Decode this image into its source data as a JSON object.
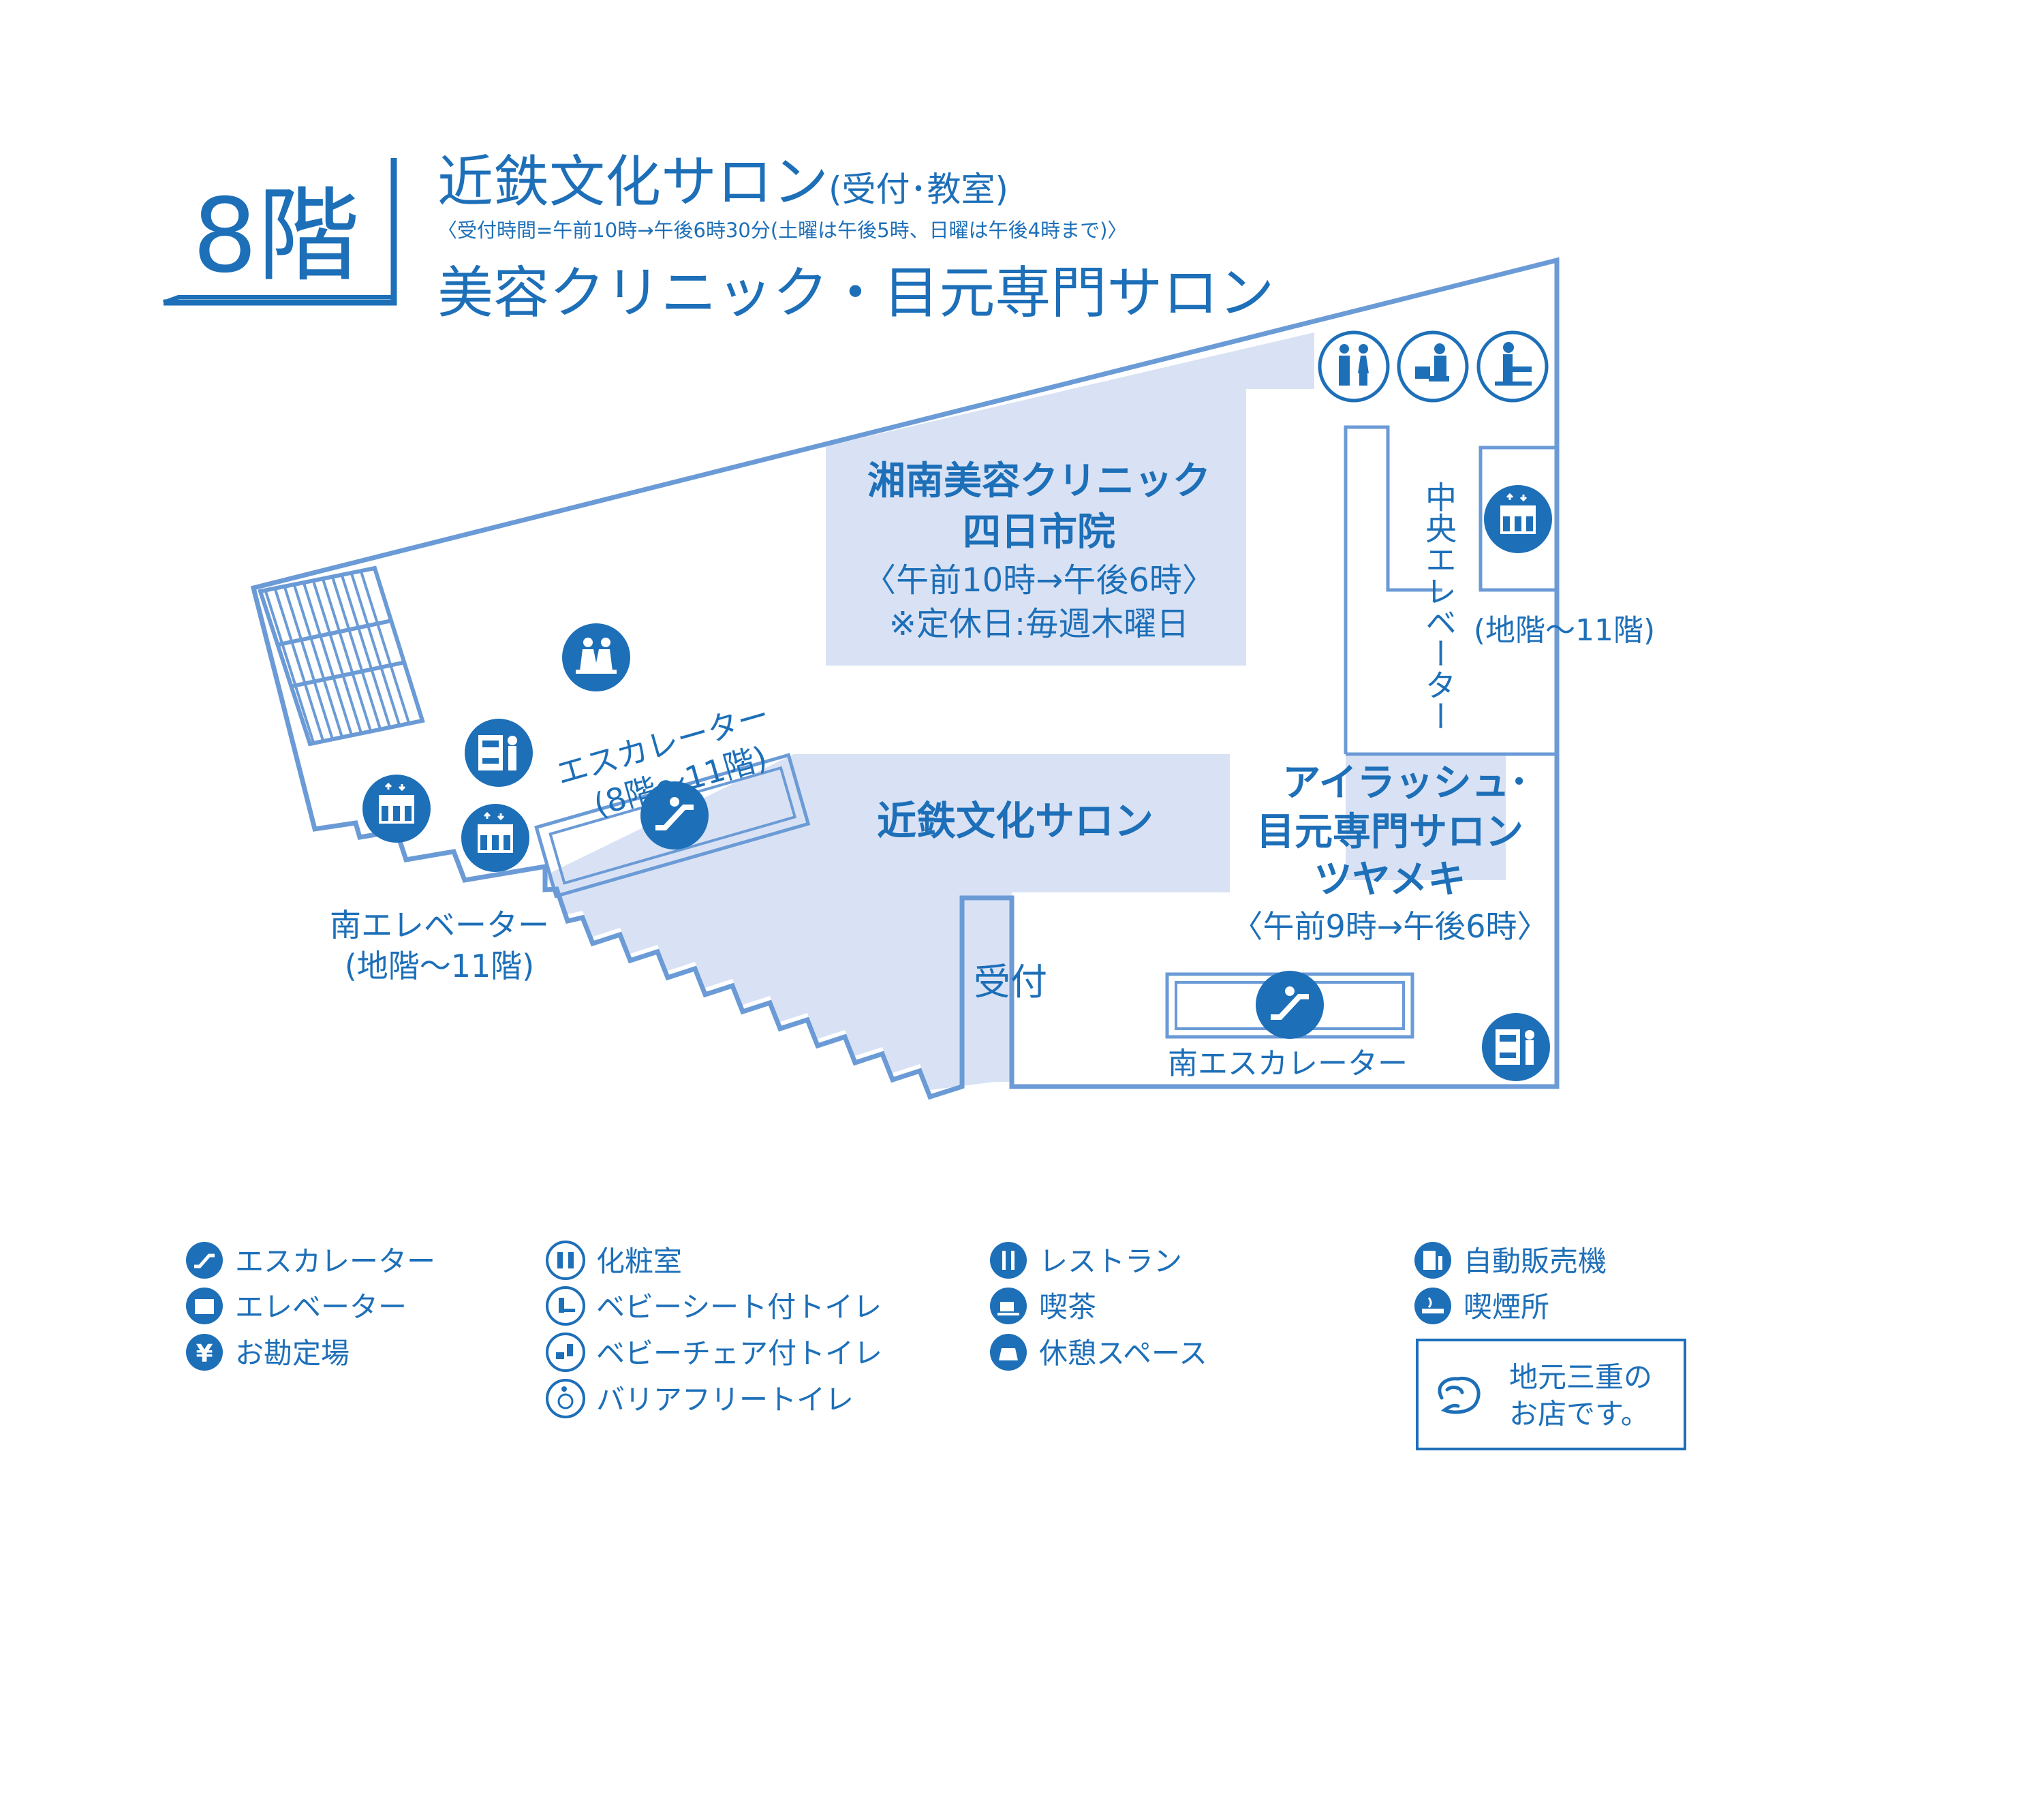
{
  "colors": {
    "primary": "#1d6fb8",
    "wall": "#6b9bd6",
    "area_fill": "#d9e2f4",
    "text": "#1d6fb8",
    "white": "#ffffff"
  },
  "header": {
    "floor": "8階",
    "title_main": "近鉄文化サロン",
    "title_sub": "(受付･教室)",
    "hours_note": "〈受付時間=午前10時→午後6時30分(土曜は午後5時、日曜は午後4時まで)〉",
    "title_second": "美容クリニック・目元専門サロン"
  },
  "map": {
    "clinic": {
      "name_line1": "湘南美容クリニック",
      "name_line2": "四日市院",
      "hours": "〈午前10時→午後6時〉",
      "closed": "※定休日:毎週木曜日"
    },
    "salon": {
      "name": "近鉄文化サロン"
    },
    "eyelash": {
      "line1": "アイラッシュ･",
      "line2": "目元専門サロン",
      "line3": "ツヤメキ",
      "hours": "〈午前9時→午後6時〉"
    },
    "reception": "受付",
    "escalator_label_line1": "エスカレーター",
    "escalator_label_line2": "(8階〜11階)",
    "south_elevator_line1": "南エレベーター",
    "south_elevator_line2": "(地階〜11階)",
    "central_elevator_vertical": "中央エレベーター",
    "central_elevator_range": "(地階〜11階)",
    "south_escalator": "南エスカレーター"
  },
  "legend": {
    "col1": [
      {
        "icon": "escalator-icon",
        "label": "エスカレーター"
      },
      {
        "icon": "elevator-icon",
        "label": "エレベーター"
      },
      {
        "icon": "cashier-icon",
        "label": "お勘定場"
      }
    ],
    "col2": [
      {
        "icon": "restroom-icon",
        "label": "化粧室"
      },
      {
        "icon": "baby-seat-toilet-icon",
        "label": "ベビーシート付トイレ"
      },
      {
        "icon": "baby-chair-toilet-icon",
        "label": "ベビーチェア付トイレ"
      },
      {
        "icon": "barrier-free-toilet-icon",
        "label": "バリアフリートイレ"
      }
    ],
    "col3": [
      {
        "icon": "restaurant-icon",
        "label": "レストラン"
      },
      {
        "icon": "cafe-icon",
        "label": "喫茶"
      },
      {
        "icon": "rest-space-icon",
        "label": "休憩スペース"
      }
    ],
    "col4": [
      {
        "icon": "vending-machine-icon",
        "label": "自動販売機"
      },
      {
        "icon": "smoking-icon",
        "label": "喫煙所"
      }
    ],
    "local_box": {
      "line1": "地元三重の",
      "line2": "お店です。"
    }
  }
}
